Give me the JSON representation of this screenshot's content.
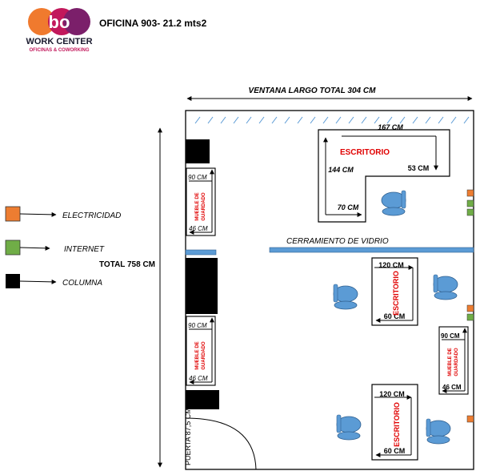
{
  "header": {
    "logo_text": "bo",
    "brand_name": "WORK CENTER",
    "brand_tagline": "OFICINAS & COWORKING",
    "title": "OFICINA 903- 21.2 mts2"
  },
  "colors": {
    "electric": "#ED7D31",
    "internet": "#70AD47",
    "column": "#000000",
    "furniture_blue": "#5B9BD5",
    "label_red": "#E00000",
    "window_blue": "#5B9BD5",
    "logo_orange": "#F07A2E",
    "logo_magenta": "#C2185B"
  },
  "legend": [
    {
      "label": "ELECTRICIDAD",
      "color": "#ED7D31"
    },
    {
      "label": "INTERNET",
      "color": "#70AD47"
    },
    {
      "label": "COLUMNA",
      "color": "#000000"
    }
  ],
  "dimensions": {
    "window_length": "VENTANA LARGO TOTAL 304 CM",
    "total_length": "TOTAL 758 CM",
    "door": "PUERTA 87,5 CM",
    "glass_partition": "CERRAMIENTO DE VIDRIO"
  },
  "l_desk": {
    "label": "ESCRITORIO",
    "top": "167 CM",
    "left": "144 CM",
    "right": "53 CM",
    "bottom": "70 CM"
  },
  "desk_a": {
    "label": "ESCRITORIO",
    "width": "120 CM",
    "depth": "60 CM"
  },
  "desk_b": {
    "label": "ESCRITORIO",
    "width": "120 CM",
    "depth": "60 CM"
  },
  "cabinet_1": {
    "label_line1": "MUEBLE DE",
    "label_line2": "GUARDADO",
    "height": "90 CM",
    "width": "46 CM"
  },
  "cabinet_2": {
    "label_line1": "MUEBLE DE",
    "label_line2": "GUARDADO",
    "height": "90 CM",
    "width": "46 CM"
  },
  "cabinet_3": {
    "label_line1": "MUEBLE DE",
    "label_line2": "GUARDADO",
    "height": "90 CM",
    "width": "46 CM"
  }
}
